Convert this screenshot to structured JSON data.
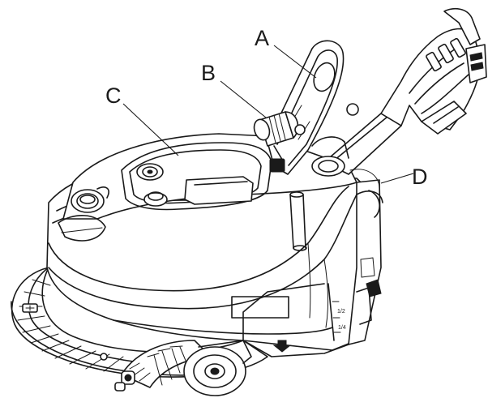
{
  "callouts": {
    "a": "A",
    "b": "B",
    "c": "C",
    "d": "D"
  },
  "colors": {
    "line": "#1a1a1a",
    "background": "#ffffff"
  }
}
